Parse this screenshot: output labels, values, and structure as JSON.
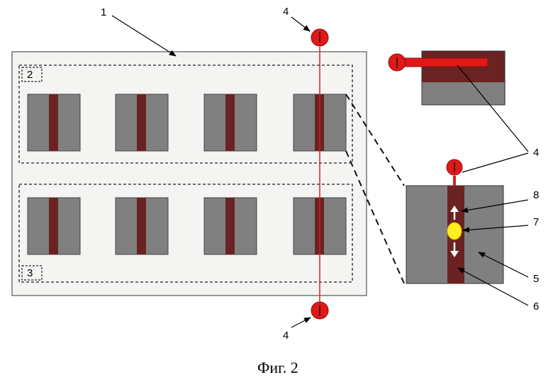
{
  "labels": {
    "board": "1",
    "upper_group": "2",
    "lower_group": "3",
    "heater": "4",
    "element": "5",
    "channel": "6",
    "droplet": "7",
    "motion": "8"
  },
  "caption": "Фиг. 2",
  "colors": {
    "block": "#808080",
    "channel": "#6b2222",
    "heater": "#e01818",
    "droplet": "#ffee22",
    "board": "#f4f4f2"
  }
}
